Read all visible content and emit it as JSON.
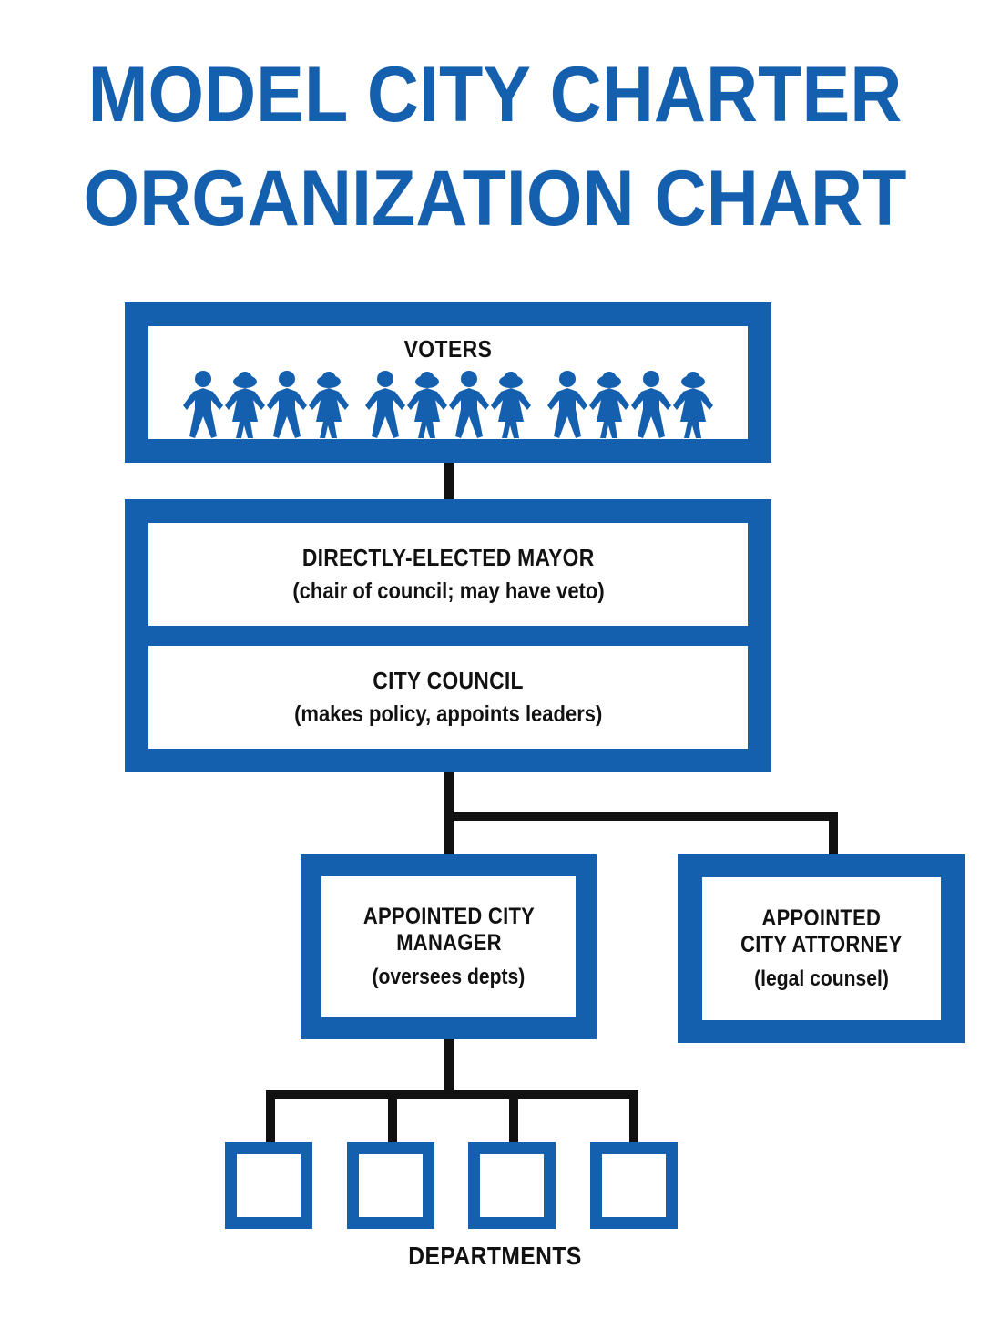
{
  "title": {
    "text": "MODEL CITY CHARTER\nORGANIZATION CHART",
    "color": "#1560ae"
  },
  "theme": {
    "brand_blue": "#1560ae",
    "text_black": "#111111",
    "background": "#ffffff"
  },
  "nodes": {
    "voters": {
      "label": "VOTERS",
      "people_count": 12,
      "people_pattern": [
        "male",
        "female",
        "male",
        "female",
        "male",
        "female",
        "male",
        "female",
        "male",
        "female",
        "male",
        "female"
      ]
    },
    "mayor": {
      "heading": "DIRECTLY-ELECTED MAYOR",
      "sub": "(chair of council; may have veto)"
    },
    "council": {
      "heading": "CITY COUNCIL",
      "sub": "(makes policy, appoints leaders)"
    },
    "manager": {
      "heading": "APPOINTED CITY\nMANAGER",
      "sub": "(oversees depts)"
    },
    "attorney": {
      "heading": "APPOINTED\nCITY ATTORNEY",
      "sub": "(legal counsel)"
    },
    "departments": {
      "label": "DEPARTMENTS",
      "count": 4,
      "boxes": [
        "",
        "",
        "",
        ""
      ]
    }
  },
  "connections": [
    {
      "from": "voters",
      "to": "mayor"
    },
    {
      "from": "council",
      "to": "manager"
    },
    {
      "from": "council",
      "to": "attorney"
    },
    {
      "from": "manager",
      "to": "departments"
    }
  ]
}
